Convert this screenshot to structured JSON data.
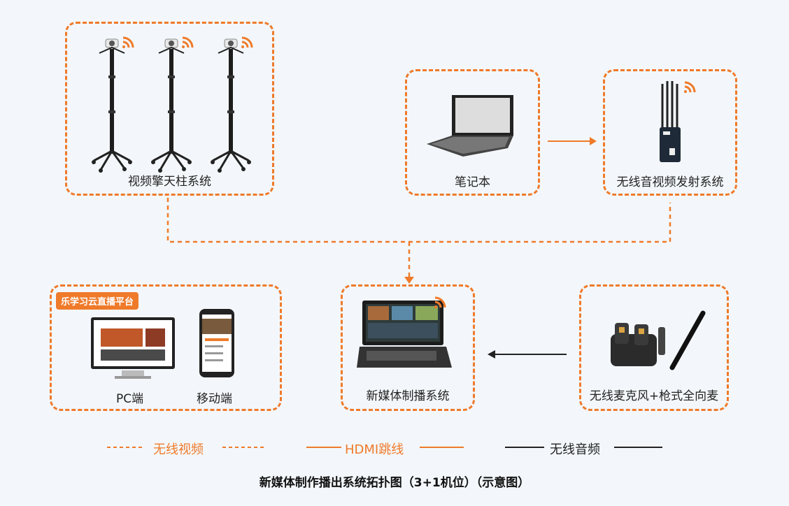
{
  "colors": {
    "accent": "#ef7a2a",
    "dark": "#222222"
  },
  "boxes": {
    "pillar": "视频擎天柱系统",
    "laptop": "笔记本",
    "transmitter": "无线音视频发射系统",
    "platform_badge": "乐学习云直播平台",
    "pc": "PC端",
    "mobile": "移动端",
    "production": "新媒体制播系统",
    "mic": "无线麦克风+枪式全向麦"
  },
  "legend": {
    "wireless_video": "无线视频",
    "hdmi": "HDMI跳线",
    "wireless_audio": "无线音频"
  },
  "caption": "新媒体制作播出系统拓扑图（3+1机位）（示意图）"
}
